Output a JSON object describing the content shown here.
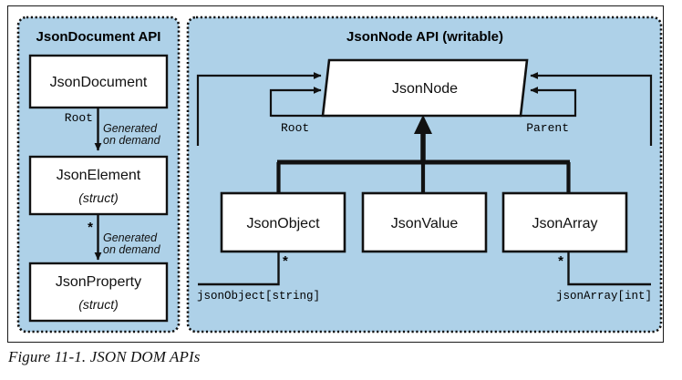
{
  "figure": {
    "caption": "Figure 11-1. JSON DOM APIs"
  },
  "colors": {
    "panel_fill": "#aed1e8",
    "panel_border": "#111111",
    "box_fill": "#ffffff",
    "box_border": "#111111",
    "frame_border": "#1a1a1a",
    "text": "#111111"
  },
  "panels": [
    {
      "id": "jsondocument-api",
      "title": "JsonDocument API",
      "boxes": [
        {
          "id": "jsondocument",
          "name": "JsonDocument",
          "subtitle": ""
        },
        {
          "id": "jsonelement",
          "name": "JsonElement",
          "subtitle": "(struct)"
        },
        {
          "id": "jsonproperty",
          "name": "JsonProperty",
          "subtitle": "(struct)"
        }
      ],
      "edges": [
        {
          "id": "document-to-element",
          "from": "JsonDocument",
          "to": "JsonElement",
          "source_label": "Root",
          "note_line1": "Generated",
          "note_line2": "on demand"
        },
        {
          "id": "element-to-property",
          "from": "JsonElement",
          "to": "JsonProperty",
          "source_label": "*",
          "note_line1": "Generated",
          "note_line2": "on demand"
        }
      ]
    },
    {
      "id": "jsonnode-api",
      "title": "JsonNode API (writable)",
      "boxes": [
        {
          "id": "jsonnode",
          "name": "JsonNode",
          "subtitle": ""
        },
        {
          "id": "jsonobject",
          "name": "JsonObject",
          "subtitle": ""
        },
        {
          "id": "jsonvalue",
          "name": "JsonValue",
          "subtitle": ""
        },
        {
          "id": "jsonarray",
          "name": "JsonArray",
          "subtitle": ""
        }
      ],
      "edges": [
        {
          "id": "root-loop",
          "label": "Root",
          "target": "JsonNode"
        },
        {
          "id": "parent-loop",
          "label": "Parent",
          "target": "JsonNode"
        },
        {
          "id": "inheritance",
          "label": "",
          "target": "JsonNode"
        }
      ],
      "indexers": [
        {
          "id": "jsonobject-indexer",
          "multiplicity": "*",
          "label": "jsonObject[string]"
        },
        {
          "id": "jsonarray-indexer",
          "multiplicity": "*",
          "label": "jsonArray[int]"
        }
      ]
    }
  ]
}
